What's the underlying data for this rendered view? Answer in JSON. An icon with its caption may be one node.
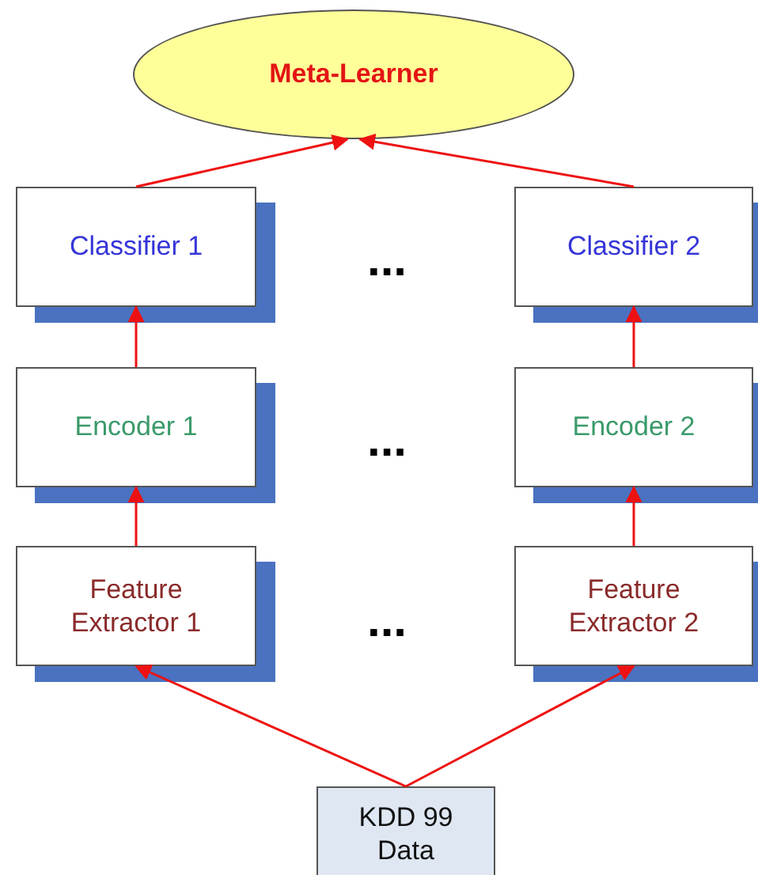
{
  "diagram": {
    "nodes": [
      {
        "text": [
          "Meta-Learner"
        ]
      },
      {
        "text": [
          "Classifier 1"
        ]
      },
      {
        "text": [
          "Classifier 2"
        ]
      },
      {
        "text": [
          "Encoder 1"
        ]
      },
      {
        "text": [
          "Encoder 2"
        ]
      },
      {
        "text": [
          "Feature Extractor 1"
        ]
      },
      {
        "text": [
          "Feature Extractor 2"
        ]
      },
      {
        "text": [
          "KDD 99 Data"
        ]
      }
    ],
    "edges": [
      {
        "from": 1,
        "to": 0,
        "arrow": "to"
      },
      {
        "from": 2,
        "to": 0,
        "arrow": "to"
      },
      {
        "from": 3,
        "to": 1,
        "arrow": "to"
      },
      {
        "from": 4,
        "to": 2,
        "arrow": "to"
      },
      {
        "from": 5,
        "to": 3,
        "arrow": "to"
      },
      {
        "from": 6,
        "to": 4,
        "arrow": "to"
      },
      {
        "from": 7,
        "to": 5,
        "arrow": "to"
      },
      {
        "from": 7,
        "to": 6,
        "arrow": "to"
      }
    ],
    "labels": [
      "...",
      "...",
      "..."
    ]
  }
}
